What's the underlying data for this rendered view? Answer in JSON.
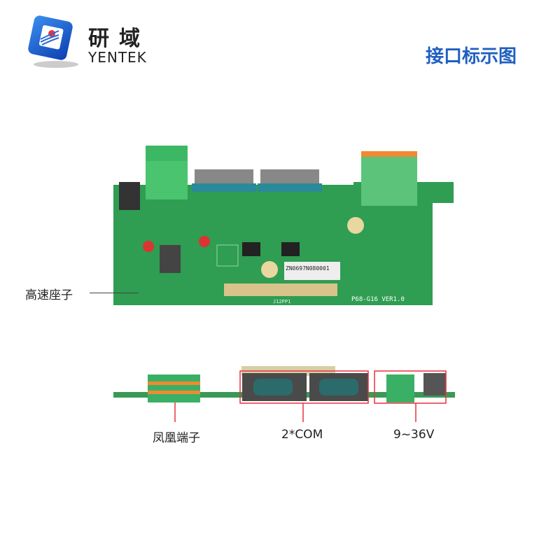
{
  "logo": {
    "cn": "研域",
    "en": "YENTEK"
  },
  "title": "接口标示图",
  "board_silk": {
    "model": "P68-G16 VER1.0",
    "serial": "ZN0697N080001",
    "connector": "J12PP1"
  },
  "labels": {
    "high_speed_connector": "高速座子",
    "phoenix_terminal": "凤凰端子",
    "com": "2*COM",
    "power": "9~36V"
  },
  "colors": {
    "accent": "#1f5fc0",
    "pcb": "#2e9b4f",
    "highlight": "#e8323c"
  }
}
